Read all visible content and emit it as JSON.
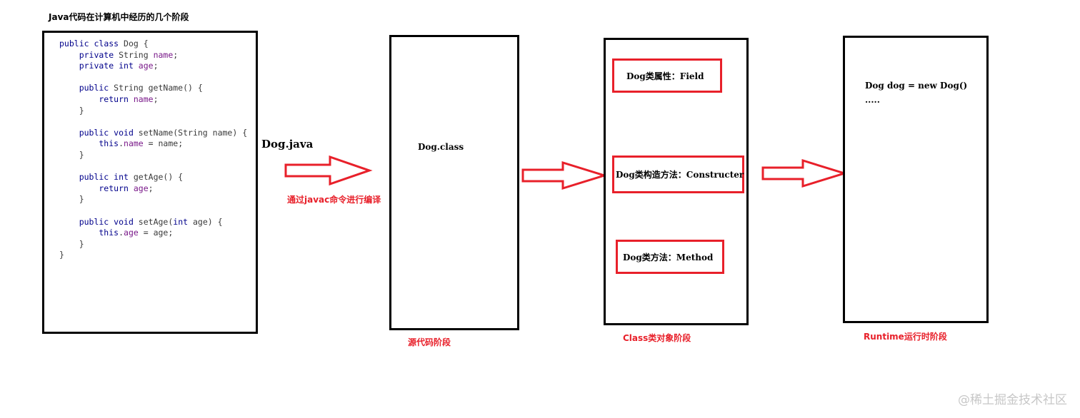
{
  "title": "Java代码在计算机中经历的几个阶段",
  "source_code": {
    "lines": [
      [
        {
          "t": "public ",
          "c": "kw"
        },
        {
          "t": "class ",
          "c": "kw"
        },
        {
          "t": "Dog {",
          "c": ""
        }
      ],
      [
        {
          "t": "    private ",
          "c": "kw"
        },
        {
          "t": "String ",
          "c": ""
        },
        {
          "t": "name",
          "c": "fd"
        },
        {
          "t": ";",
          "c": ""
        }
      ],
      [
        {
          "t": "    private ",
          "c": "kw"
        },
        {
          "t": "int ",
          "c": "kw"
        },
        {
          "t": "age",
          "c": "fd"
        },
        {
          "t": ";",
          "c": ""
        }
      ],
      [],
      [
        {
          "t": "    public ",
          "c": "kw"
        },
        {
          "t": "String getName() {",
          "c": ""
        }
      ],
      [
        {
          "t": "        return ",
          "c": "kw"
        },
        {
          "t": "name",
          "c": "fd"
        },
        {
          "t": ";",
          "c": ""
        }
      ],
      [
        {
          "t": "    }",
          "c": ""
        }
      ],
      [],
      [
        {
          "t": "    public ",
          "c": "kw"
        },
        {
          "t": "void ",
          "c": "kw"
        },
        {
          "t": "setName(String name) {",
          "c": ""
        }
      ],
      [
        {
          "t": "        this",
          "c": "kw"
        },
        {
          "t": ".",
          "c": ""
        },
        {
          "t": "name",
          "c": "fd"
        },
        {
          "t": " = name;",
          "c": ""
        }
      ],
      [
        {
          "t": "    }",
          "c": ""
        }
      ],
      [],
      [
        {
          "t": "    public ",
          "c": "kw"
        },
        {
          "t": "int ",
          "c": "kw"
        },
        {
          "t": "getAge() {",
          "c": ""
        }
      ],
      [
        {
          "t": "        return ",
          "c": "kw"
        },
        {
          "t": "age",
          "c": "fd"
        },
        {
          "t": ";",
          "c": ""
        }
      ],
      [
        {
          "t": "    }",
          "c": ""
        }
      ],
      [],
      [
        {
          "t": "    public ",
          "c": "kw"
        },
        {
          "t": "void ",
          "c": "kw"
        },
        {
          "t": "setAge(",
          "c": ""
        },
        {
          "t": "int ",
          "c": "kw"
        },
        {
          "t": "age) {",
          "c": ""
        }
      ],
      [
        {
          "t": "        this",
          "c": "kw"
        },
        {
          "t": ".",
          "c": ""
        },
        {
          "t": "age",
          "c": "fd"
        },
        {
          "t": " = age;",
          "c": ""
        }
      ],
      [
        {
          "t": "    }",
          "c": ""
        }
      ],
      [
        {
          "t": "}",
          "c": ""
        }
      ]
    ]
  },
  "stage_source": {
    "file_label": "Dog.java",
    "compile_note": "通过javac命令进行编译",
    "class_file_label": "Dog.class",
    "caption": "源代码阶段"
  },
  "stage_class_object": {
    "field_label": "Dog类属性：Field",
    "constructor_label": "Dog类构造方法：Constructer",
    "method_label": "Dog类方法：Method",
    "caption": "Class类对象阶段"
  },
  "stage_runtime": {
    "code_line": "Dog dog = new Dog()",
    "ellipsis": ".....",
    "caption": "Runtime运行时阶段"
  },
  "watermark": "@稀土掘金技术社区",
  "colors": {
    "accent_red": "#e8202a",
    "border": "#000000",
    "keyword": "#00008b",
    "field": "#7a1a8a",
    "watermark": "#c7c7c7"
  }
}
